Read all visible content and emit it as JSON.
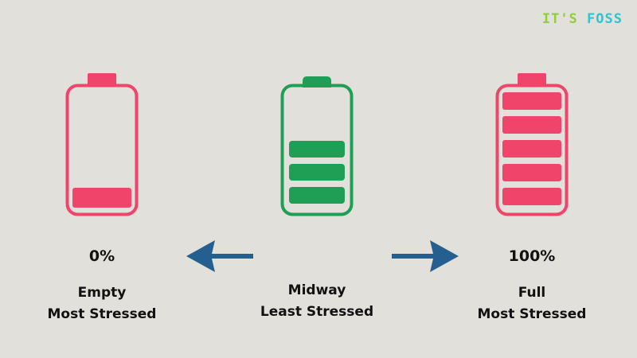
{
  "logo": {
    "part1": "IT'S",
    "part2": "FOSS"
  },
  "colors": {
    "stressed": "#f0446a",
    "healthy": "#1f9e55",
    "arrow": "#255f8f",
    "background": "#e1e0da"
  },
  "batteries": [
    {
      "key": "empty",
      "percent": "0%",
      "line1": "Empty",
      "line2": "Most Stressed",
      "filled_bars": 1
    },
    {
      "key": "midway",
      "percent": "",
      "line1": "Midway",
      "line2": "Least Stressed",
      "filled_bars": 3
    },
    {
      "key": "full",
      "percent": "100%",
      "line1": "Full",
      "line2": "Most Stressed",
      "filled_bars": 5
    }
  ]
}
